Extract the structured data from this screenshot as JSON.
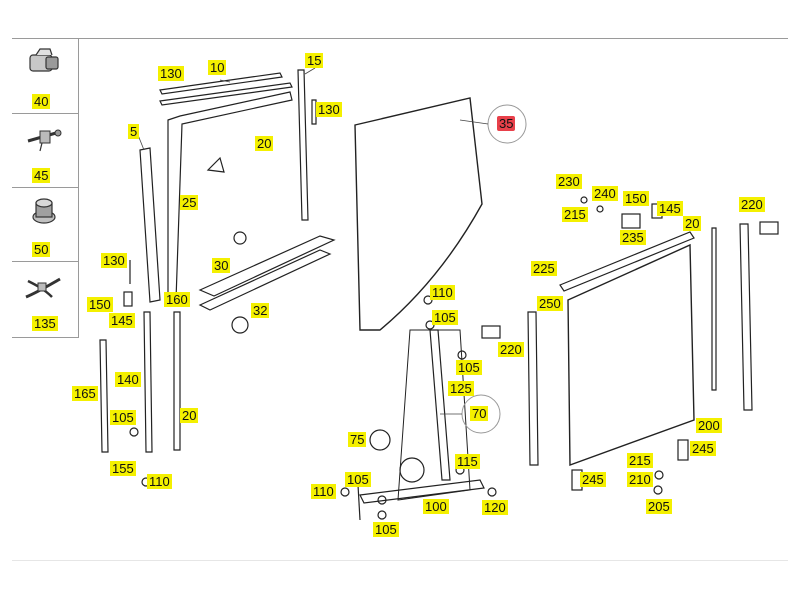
{
  "diagram": {
    "highlight_color": "#e8404a",
    "label_color": "#f4f000",
    "sidebar": [
      {
        "label": "40",
        "icon": "grommet-icon"
      },
      {
        "label": "45",
        "icon": "clip-icon"
      },
      {
        "label": "50",
        "icon": "plug-icon"
      },
      {
        "label": "135",
        "icon": "cable-tie-icon"
      }
    ],
    "callouts": [
      {
        "id": "c130a",
        "text": "130"
      },
      {
        "id": "c10",
        "text": "10"
      },
      {
        "id": "c15",
        "text": "15"
      },
      {
        "id": "c130b",
        "text": "130"
      },
      {
        "id": "c5",
        "text": "5"
      },
      {
        "id": "c20a",
        "text": "20"
      },
      {
        "id": "c25",
        "text": "25"
      },
      {
        "id": "c35",
        "text": "35",
        "highlight": true
      },
      {
        "id": "c30",
        "text": "30"
      },
      {
        "id": "c130c",
        "text": "130"
      },
      {
        "id": "c150a",
        "text": "150"
      },
      {
        "id": "c145a",
        "text": "145"
      },
      {
        "id": "c160",
        "text": "160"
      },
      {
        "id": "c32",
        "text": "32"
      },
      {
        "id": "c110a",
        "text": "110"
      },
      {
        "id": "c105a",
        "text": "105"
      },
      {
        "id": "c140",
        "text": "140"
      },
      {
        "id": "c165",
        "text": "165"
      },
      {
        "id": "c105b",
        "text": "105"
      },
      {
        "id": "c20b",
        "text": "20"
      },
      {
        "id": "c105c",
        "text": "105"
      },
      {
        "id": "c155",
        "text": "155"
      },
      {
        "id": "c110b",
        "text": "110"
      },
      {
        "id": "c125",
        "text": "125"
      },
      {
        "id": "c70",
        "text": "70"
      },
      {
        "id": "c75",
        "text": "75"
      },
      {
        "id": "c105d",
        "text": "105"
      },
      {
        "id": "c115",
        "text": "115"
      },
      {
        "id": "c110c",
        "text": "110"
      },
      {
        "id": "c100",
        "text": "100"
      },
      {
        "id": "c120",
        "text": "120"
      },
      {
        "id": "c105e",
        "text": "105"
      },
      {
        "id": "c230",
        "text": "230"
      },
      {
        "id": "c240",
        "text": "240"
      },
      {
        "id": "c150b",
        "text": "150"
      },
      {
        "id": "c145b",
        "text": "145"
      },
      {
        "id": "c20c",
        "text": "20"
      },
      {
        "id": "c220a",
        "text": "220"
      },
      {
        "id": "c215a",
        "text": "215"
      },
      {
        "id": "c235",
        "text": "235"
      },
      {
        "id": "c225",
        "text": "225"
      },
      {
        "id": "c250",
        "text": "250"
      },
      {
        "id": "c220b",
        "text": "220"
      },
      {
        "id": "c200",
        "text": "200"
      },
      {
        "id": "c245a",
        "text": "245"
      },
      {
        "id": "c215b",
        "text": "215"
      },
      {
        "id": "c210",
        "text": "210"
      },
      {
        "id": "c245b",
        "text": "245"
      },
      {
        "id": "c205",
        "text": "205"
      }
    ]
  }
}
